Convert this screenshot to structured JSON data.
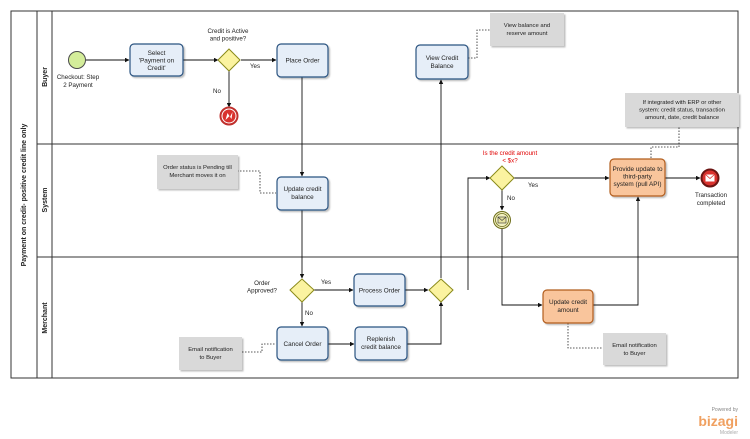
{
  "pool": {
    "label": "Payment on credit- positive credit line only"
  },
  "lanes": {
    "buyer": "Buyer",
    "system": "System",
    "merchant": "Merchant"
  },
  "events": {
    "start": "Checkout: Step 2 Payment",
    "end": "Transaction completed"
  },
  "tasks": {
    "select_payment": "Select 'Payment on Credit'",
    "place_order": "Place Order",
    "view_credit_balance": "View Credit Balance",
    "update_credit_balance": "Update credit balance",
    "provide_update": "Provide update to third-party system (pull API)",
    "process_order": "Process Order",
    "cancel_order": "Cancel Order",
    "replenish_credit": "Replenish credit balance",
    "merchant_update_credit": "Update credit amount"
  },
  "gateways": {
    "credit_active": "Credit is Active and positive?",
    "order_approved": "Order Approved?",
    "credit_amount": "Is the credit amount < $x?"
  },
  "flow_labels": {
    "yes": "Yes",
    "no": "No"
  },
  "annotations": {
    "view_balance": "View balance and reserve amount",
    "order_status": "Order status is Pending till Merchant moves it on",
    "erp": "If integrated with ERP or other system: credit status, transaction amount, date, credit balance",
    "email_buyer_1": "Email notification to Buyer",
    "email_buyer_2": "Email notification to Buyer"
  },
  "branding": {
    "powered": "Powered by",
    "name": "bizagi",
    "sub": "Modeler"
  },
  "colors": {
    "task_fill": "#e6eef8",
    "task_stroke": "#2b5380",
    "orange_fill": "#f9c59c",
    "orange_stroke": "#b25d1e",
    "gateway_fill": "#fbf3a0",
    "gateway_stroke": "#8a8a1a",
    "annotation_fill": "#d9d9d9",
    "start_fill": "#d4ed9a",
    "end_fill": "#d9322e"
  }
}
